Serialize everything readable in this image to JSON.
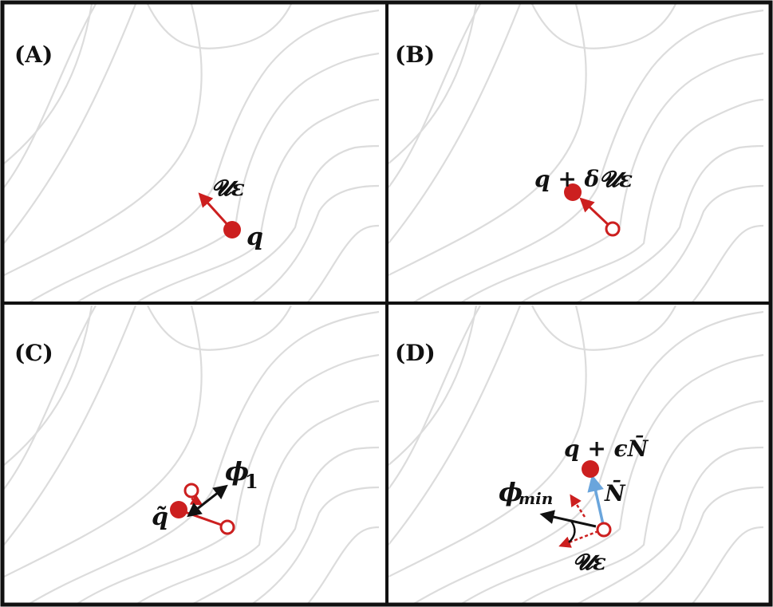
{
  "panels": [
    {
      "label": "(A)",
      "annotations": {
        "direction": "𝓤ε",
        "point": "q"
      }
    },
    {
      "label": "(B)",
      "annotations": {
        "point": "q + δ𝓤ε"
      }
    },
    {
      "label": "(C)",
      "annotations": {
        "point": "q̃",
        "mode": "ϕ",
        "mode_sub": "1"
      }
    },
    {
      "label": "(D)",
      "annotations": {
        "point": "q + ϵN̄",
        "normal": "N̄",
        "mode": "ϕ",
        "mode_sub": "min",
        "direction": "𝓤ε"
      }
    }
  ],
  "colors": {
    "state": "#cc1f1f",
    "mode_arrow": "#111111",
    "normal_arrow": "#6aa5dc",
    "contour": "#dcdcdc",
    "border": "#111111"
  }
}
